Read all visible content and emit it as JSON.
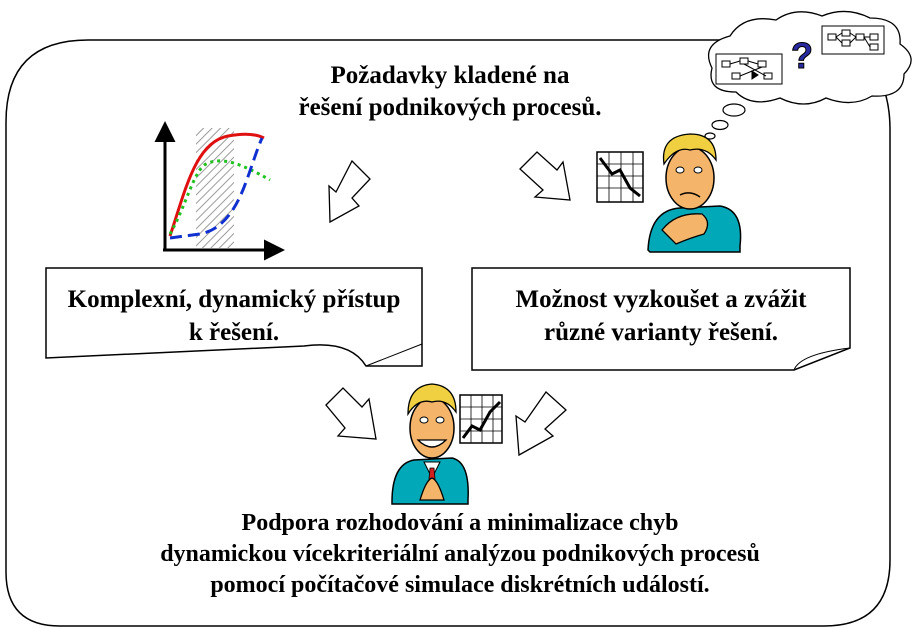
{
  "header": {
    "line1": "Požadavky kladené na",
    "line2": "řešení podnikových procesů."
  },
  "left_note": {
    "line1": "Komplexní, dynamický přístup",
    "line2": "k řešení."
  },
  "right_note": {
    "line1": "Možnost vyzkoušet a zvážit",
    "line2": "různé varianty řešení."
  },
  "footer": {
    "line1": "Podpora rozhodování a minimalizace chyb",
    "line2": "dynamickou vícekriteriální analýzou podnikových procesů",
    "line3": "pomocí počítačové simulace diskrétních událostí."
  },
  "thought_bubble": {
    "symbol": "?"
  },
  "colors": {
    "curve_red": "#e01010",
    "curve_green": "#20c020",
    "curve_blue": "#1030d0",
    "person_skin": "#f4b56a",
    "person_hair": "#f0d040",
    "person_shirt": "#00a8b8",
    "question_mark": "#2a2aa0"
  }
}
